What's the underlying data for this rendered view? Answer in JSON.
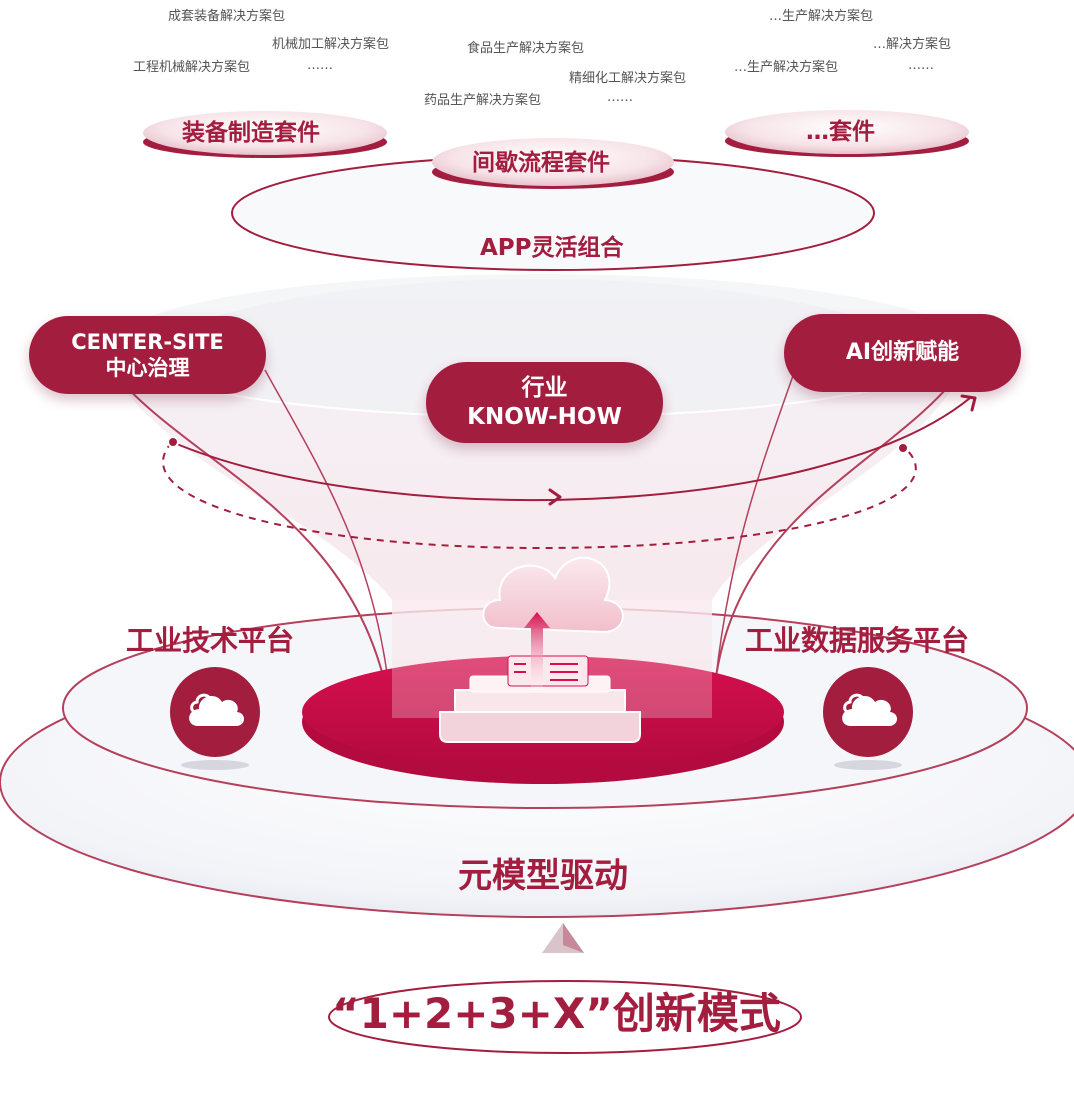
{
  "packages": {
    "p1": "成套装备解决方案包",
    "p2": "机械加工解决方案包",
    "p3": "工程机械解决方案包",
    "p4": "……",
    "p5": "食品生产解决方案包",
    "p6": "精细化工解决方案包",
    "p7": "药品生产解决方案包",
    "p8": "……",
    "p9": "…生产解决方案包",
    "p10": "…解决方案包",
    "p11": "…生产解决方案包",
    "p12": "……"
  },
  "kits": {
    "equipment": "装备制造套件",
    "process": "间歇流程套件",
    "other": "…套件"
  },
  "app_layer": "APP灵活组合",
  "pills": {
    "center_line1": "CENTER-SITE",
    "center_line2": "中心治理",
    "knowhow_line1": "行业",
    "knowhow_line2": "KNOW-HOW",
    "ai": "AI创新赋能"
  },
  "platforms": {
    "tech": "工业技术平台",
    "data": "工业数据服务平台"
  },
  "drive": "元模型驱动",
  "mode": "“1+2+3+X”创新模式",
  "colors": {
    "brand": "#a31d3f",
    "accent": "#d6104f",
    "text_gray": "#555555"
  },
  "icons": [
    "cloud-icon",
    "cloud-upload-icon",
    "arrow-up-icon"
  ]
}
